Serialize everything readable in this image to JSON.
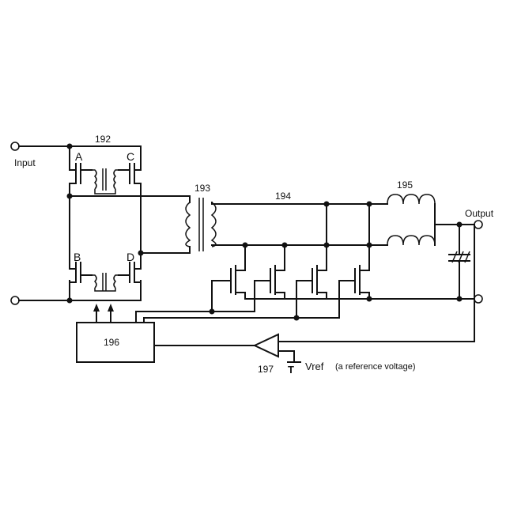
{
  "labels": {
    "input": "Input",
    "output": "Output",
    "switch_a": "A",
    "switch_b": "B",
    "switch_c": "C",
    "switch_d": "D",
    "ref_192": "192",
    "ref_193": "193",
    "ref_194": "194",
    "ref_195": "195",
    "ref_196": "196",
    "ref_197": "197",
    "vref": "Vref",
    "vref_note": "(a reference voltage)"
  }
}
